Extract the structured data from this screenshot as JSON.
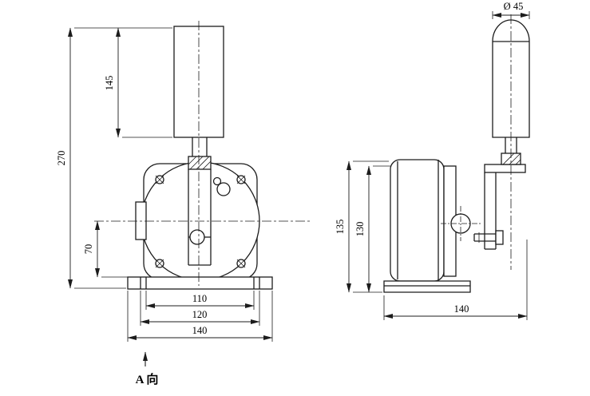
{
  "drawing": {
    "front_view": {
      "dims": {
        "roller_length": "145",
        "overall_height": "270",
        "axis_height": "70",
        "slot_pitch": "110",
        "hole_pitch": "120",
        "base_width": "140"
      },
      "view_label": "A 向"
    },
    "side_view": {
      "dims": {
        "roller_diameter": "Ø 45",
        "overall_height": "135",
        "body_height": "130",
        "depth": "140"
      }
    }
  }
}
